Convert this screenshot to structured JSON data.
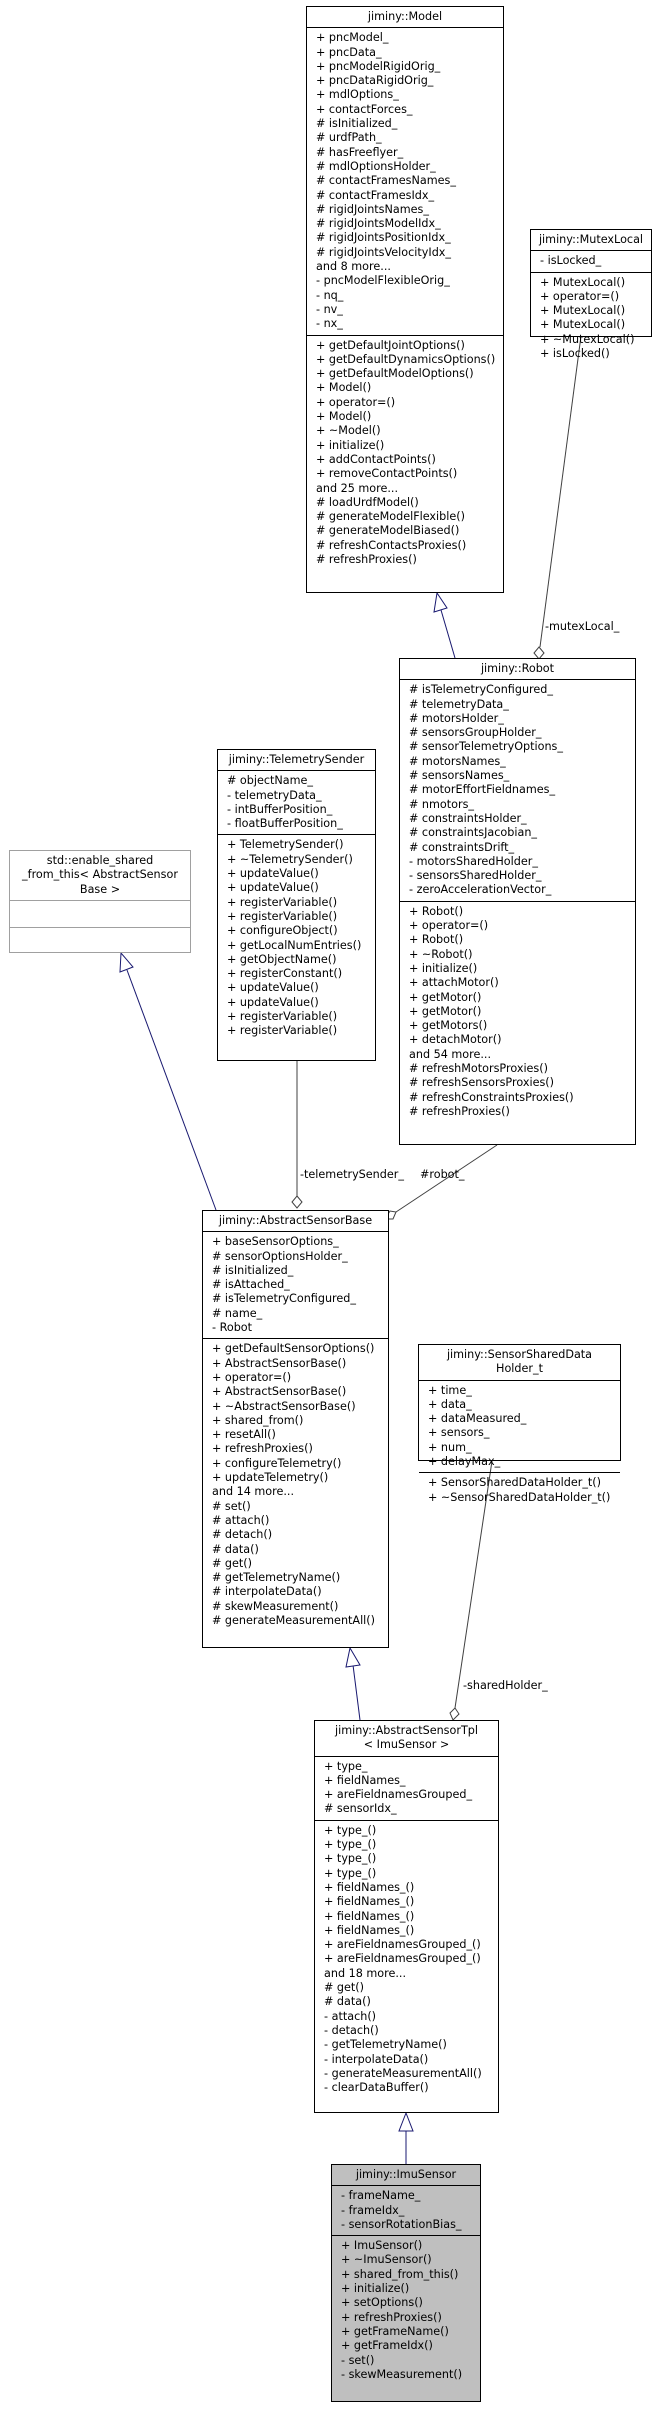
{
  "colors": {
    "inheritance_edge": "#191970",
    "usage_edge": "#404040",
    "selected_fill": "#bfbfbf",
    "external_border": "#a0a0a0"
  },
  "classes": {
    "model": {
      "title": "jiminy::Model",
      "attributes": [
        "+ pncModel_",
        "+ pncData_",
        "+ pncModelRigidOrig_",
        "+ pncDataRigidOrig_",
        "+ mdlOptions_",
        "+ contactForces_",
        "# isInitialized_",
        "# urdfPath_",
        "# hasFreeflyer_",
        "# mdlOptionsHolder_",
        "# contactFramesNames_",
        "# contactFramesIdx_",
        "# rigidJointsNames_",
        "# rigidJointsModelIdx_",
        "# rigidJointsPositionIdx_",
        "# rigidJointsVelocityIdx_",
        "and 8 more...",
        "- pncModelFlexibleOrig_",
        "- nq_",
        "- nv_",
        "- nx_"
      ],
      "methods": [
        "+ getDefaultJointOptions()",
        "+ getDefaultDynamicsOptions()",
        "+ getDefaultModelOptions()",
        "+ Model()",
        "+ operator=()",
        "+ Model()",
        "+ ~Model()",
        "+ initialize()",
        "+ addContactPoints()",
        "+ removeContactPoints()",
        "and 25 more...",
        "# loadUrdfModel()",
        "# generateModelFlexible()",
        "# generateModelBiased()",
        "# refreshContactsProxies()",
        "# refreshProxies()"
      ]
    },
    "mutex": {
      "title": "jiminy::MutexLocal",
      "attributes": [
        "- isLocked_"
      ],
      "methods": [
        "+ MutexLocal()",
        "+ operator=()",
        "+ MutexLocal()",
        "+ MutexLocal()",
        "+ ~MutexLocal()",
        "+ isLocked()"
      ]
    },
    "robot": {
      "title": "jiminy::Robot",
      "attributes": [
        "# isTelemetryConfigured_",
        "# telemetryData_",
        "# motorsHolder_",
        "# sensorsGroupHolder_",
        "# sensorTelemetryOptions_",
        "# motorsNames_",
        "# sensorsNames_",
        "# motorEffortFieldnames_",
        "# nmotors_",
        "# constraintsHolder_",
        "# constraintsJacobian_",
        "# constraintsDrift_",
        "- motorsSharedHolder_",
        "- sensorsSharedHolder_",
        "- zeroAccelerationVector_"
      ],
      "methods": [
        "+ Robot()",
        "+ operator=()",
        "+ Robot()",
        "+ ~Robot()",
        "+ initialize()",
        "+ attachMotor()",
        "+ getMotor()",
        "+ getMotor()",
        "+ getMotors()",
        "+ detachMotor()",
        "and 54 more...",
        "# refreshMotorsProxies()",
        "# refreshSensorsProxies()",
        "# refreshConstraintsProxies()",
        "# refreshProxies()"
      ]
    },
    "telemetry": {
      "title": "jiminy::TelemetrySender",
      "attributes": [
        "# objectName_",
        "- telemetryData_",
        "- intBufferPosition_",
        "- floatBufferPosition_"
      ],
      "methods": [
        "+ TelemetrySender()",
        "+ ~TelemetrySender()",
        "+ updateValue()",
        "+ updateValue()",
        "+ registerVariable()",
        "+ registerVariable()",
        "+ configureObject()",
        "+ getLocalNumEntries()",
        "+ getObjectName()",
        "+ registerConstant()",
        "+ updateValue()",
        "+ updateValue()",
        "+ registerVariable()",
        "+ registerVariable()"
      ]
    },
    "enable_shared": {
      "title": "std::enable_shared\n_from_this< AbstractSensor\nBase >",
      "attributes": [],
      "methods": []
    },
    "sensor_base": {
      "title": "jiminy::AbstractSensorBase",
      "attributes": [
        "+ baseSensorOptions_",
        "# sensorOptionsHolder_",
        "# isInitialized_",
        "# isAttached_",
        "# isTelemetryConfigured_",
        "# name_",
        "- Robot"
      ],
      "methods": [
        "+ getDefaultSensorOptions()",
        "+ AbstractSensorBase()",
        "+ operator=()",
        "+ AbstractSensorBase()",
        "+ ~AbstractSensorBase()",
        "+ shared_from()",
        "+ resetAll()",
        "+ refreshProxies()",
        "+ configureTelemetry()",
        "+ updateTelemetry()",
        "and 14 more...",
        "# set()",
        "# attach()",
        "# detach()",
        "# data()",
        "# get()",
        "# getTelemetryName()",
        "# interpolateData()",
        "# skewMeasurement()",
        "# generateMeasurementAll()"
      ]
    },
    "shared_data": {
      "title": "jiminy::SensorSharedData\nHolder_t",
      "attributes": [
        "+ time_",
        "+ data_",
        "+ dataMeasured_",
        "+ sensors_",
        "+ num_",
        "+ delayMax_"
      ],
      "methods": [
        "+ SensorSharedDataHolder_t()",
        "+ ~SensorSharedDataHolder_t()"
      ]
    },
    "sensor_tpl": {
      "title": "jiminy::AbstractSensorTpl\n< ImuSensor >",
      "attributes": [
        "+ type_",
        "+ fieldNames_",
        "+ areFieldnamesGrouped_",
        "# sensorIdx_"
      ],
      "methods": [
        "+ type_()",
        "+ type_()",
        "+ type_()",
        "+ type_()",
        "+ fieldNames_()",
        "+ fieldNames_()",
        "+ fieldNames_()",
        "+ fieldNames_()",
        "+ areFieldnamesGrouped_()",
        "+ areFieldnamesGrouped_()",
        "and 18 more...",
        "# get()",
        "# data()",
        "- attach()",
        "- detach()",
        "- getTelemetryName()",
        "- interpolateData()",
        "- generateMeasurementAll()",
        "- clearDataBuffer()"
      ]
    },
    "imu": {
      "title": "jiminy::ImuSensor",
      "attributes": [
        "- frameName_",
        "- frameIdx_",
        "- sensorRotationBias_"
      ],
      "methods": [
        "+ ImuSensor()",
        "+ ~ImuSensor()",
        "+ shared_from_this()",
        "+ initialize()",
        "+ setOptions()",
        "+ refreshProxies()",
        "+ getFrameName()",
        "+ getFrameIdx()",
        "- set()",
        "- skewMeasurement()"
      ]
    }
  },
  "edge_labels": {
    "mutex": "-mutexLocal_",
    "telemetry": "-telemetrySender_",
    "robot": "#robot_",
    "shared": "-sharedHolder_"
  }
}
